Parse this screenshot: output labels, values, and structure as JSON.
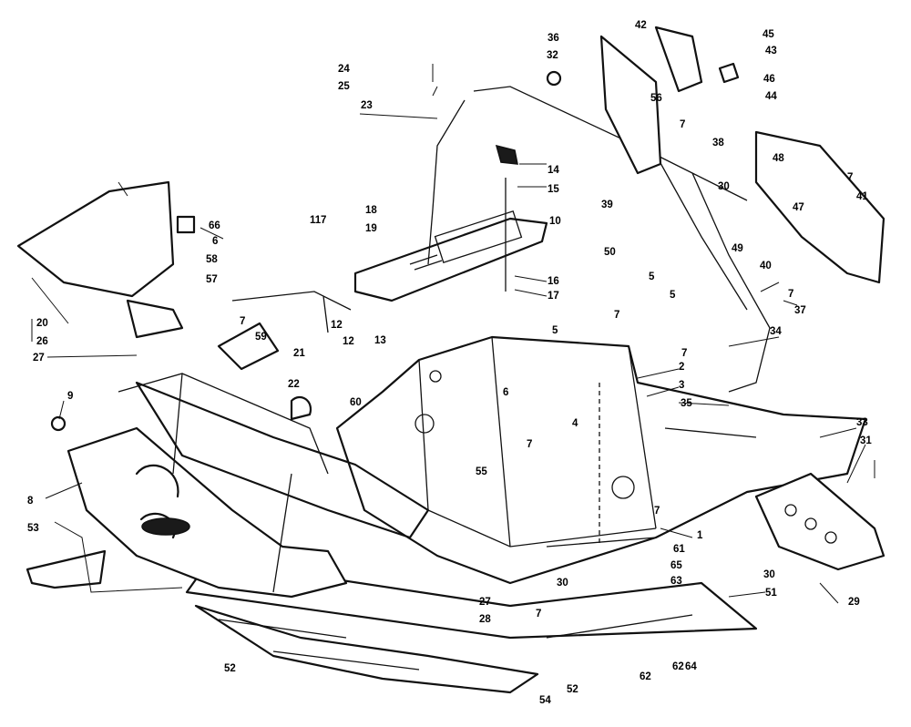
{
  "callout_labels": [
    "1",
    "2",
    "3",
    "4",
    "5",
    "5",
    "5",
    "6",
    "6",
    "7",
    "7",
    "7",
    "7",
    "7",
    "7",
    "7",
    "7",
    "7",
    "7",
    "8",
    "9",
    "10",
    "11",
    "12",
    "12",
    "13",
    "14",
    "15",
    "16",
    "17",
    "18",
    "19",
    "20",
    "21",
    "22",
    "23",
    "24",
    "25",
    "26",
    "27",
    "27",
    "28",
    "29",
    "30",
    "30",
    "30",
    "31",
    "32",
    "33",
    "34",
    "35",
    "36",
    "37",
    "38",
    "39",
    "40",
    "41",
    "42",
    "43",
    "44",
    "45",
    "46",
    "47",
    "48",
    "49",
    "50",
    "51",
    "52",
    "52",
    "53",
    "54",
    "55",
    "56",
    "57",
    "58",
    "59",
    "60",
    "61",
    "62",
    "62",
    "63",
    "64",
    "65",
    "66"
  ],
  "colors": {
    "ink": "#111111",
    "paper": "#ffffff"
  }
}
